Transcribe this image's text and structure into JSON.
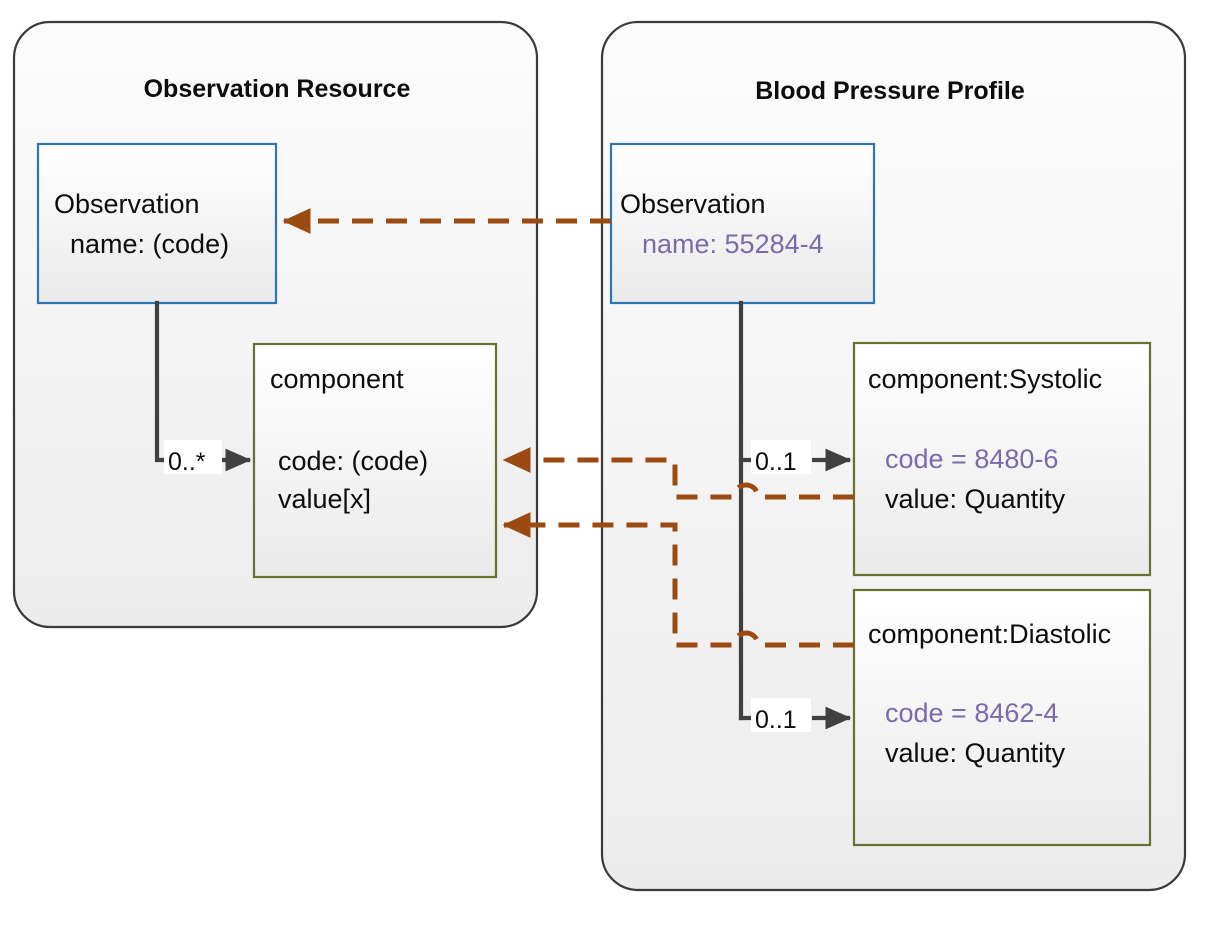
{
  "diagram": {
    "title_left": "Observation Resource",
    "title_right": "Blood Pressure Profile",
    "colors": {
      "panel_border": "#3a3a3a",
      "class_blue_border": "#2e75b6",
      "class_olive_border": "#6a7031",
      "connector_gray": "#404040",
      "constraint_brown": "#9b4a11",
      "fixed_value_purple": "#7c6aab",
      "text_black": "#0d0d0d",
      "box_fill_top": "#ffffff",
      "box_fill_bottom": "#ebebeb"
    }
  },
  "left_panel": {
    "title": "Observation Resource",
    "observation": {
      "name": "Observation",
      "attribute": "name: (code)"
    },
    "component": {
      "name": "component",
      "attr_code": "code: (code)",
      "attr_value": "value[x]"
    },
    "multiplicity": "0..*"
  },
  "right_panel": {
    "title": "Blood Pressure Profile",
    "observation": {
      "name": "Observation",
      "attribute": "name: 55284-4"
    },
    "systolic": {
      "name": "component:Systolic",
      "attr_code": "code = 8480-6",
      "attr_value": "value: Quantity",
      "multiplicity": "0..1"
    },
    "diastolic": {
      "name": "component:Diastolic",
      "attr_code": "code = 8462-4",
      "attr_value": "value: Quantity",
      "multiplicity": "0..1"
    }
  }
}
